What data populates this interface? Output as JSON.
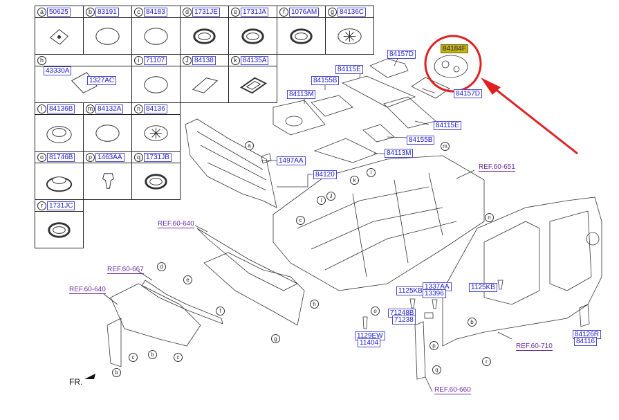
{
  "legend_cells": [
    {
      "letter": "a",
      "code": "50625",
      "icon": "small-grommet"
    },
    {
      "letter": "b",
      "code": "83191",
      "icon": "round-plug"
    },
    {
      "letter": "c",
      "code": "84183",
      "icon": "round-plug"
    },
    {
      "letter": "d",
      "code": "1731JE",
      "icon": "ring-plug"
    },
    {
      "letter": "e",
      "code": "1731JA",
      "icon": "ring-plug"
    },
    {
      "letter": "f",
      "code": "1076AM",
      "icon": "ring-plug"
    },
    {
      "letter": "g",
      "code": "84136C",
      "icon": "cap-plug"
    },
    {
      "letter": "h",
      "code": "",
      "icon": "bracket"
    },
    {
      "letter": "i",
      "code": "71107",
      "icon": "round-plug"
    },
    {
      "letter": "J",
      "code": "84138",
      "icon": "pad"
    },
    {
      "letter": "k",
      "code": "84135A",
      "icon": "square-grommet"
    },
    {
      "letter": "l",
      "code": "84136B",
      "icon": "gear-plug"
    },
    {
      "letter": "m",
      "code": "84132A",
      "icon": "round-plug"
    },
    {
      "letter": "n",
      "code": "84136",
      "icon": "cap-plug"
    },
    {
      "letter": "o",
      "code": "81746B",
      "icon": "stepped-plug"
    },
    {
      "letter": "p",
      "code": "1463AA",
      "icon": "clip"
    },
    {
      "letter": "q",
      "code": "1731JB",
      "icon": "ring-plug"
    },
    {
      "letter": "r",
      "code": "1731JC",
      "icon": "ring-plug"
    }
  ],
  "h_cell_labels": [
    "43330A",
    "1327AC"
  ],
  "part_labels": [
    {
      "id": "p84184f",
      "text": "84184F",
      "highlight": true
    },
    {
      "id": "p84157d_top",
      "text": "84157D",
      "highlight": false
    },
    {
      "id": "p84115e_top",
      "text": "84115E",
      "highlight": false
    },
    {
      "id": "p84155b_top",
      "text": "84155B",
      "highlight": false
    },
    {
      "id": "p84157d_right",
      "text": "84157D",
      "highlight": false
    },
    {
      "id": "p84113m_left",
      "text": "84113M",
      "highlight": false
    },
    {
      "id": "p84115e_mid",
      "text": "84115E",
      "highlight": false
    },
    {
      "id": "p84155b_mid",
      "text": "84155B",
      "highlight": false
    },
    {
      "id": "p84113m_mid",
      "text": "84113M",
      "highlight": false
    },
    {
      "id": "p1497aa",
      "text": "1497AA",
      "highlight": false
    },
    {
      "id": "p84120",
      "text": "84120",
      "highlight": false
    },
    {
      "id": "p1125kb_a",
      "text": "1125KB",
      "highlight": false
    },
    {
      "id": "p1337aa",
      "text": "1337AA",
      "highlight": false
    },
    {
      "id": "p13396",
      "text": "13396",
      "highlight": false
    },
    {
      "id": "p1125kb_b",
      "text": "1125KB",
      "highlight": false
    },
    {
      "id": "p71248b",
      "text": "71248B",
      "highlight": false
    },
    {
      "id": "p71238",
      "text": "71238",
      "highlight": false
    },
    {
      "id": "p1129ew",
      "text": "1129EW",
      "highlight": false
    },
    {
      "id": "p11404",
      "text": "11404",
      "highlight": false
    },
    {
      "id": "p84126r",
      "text": "84126R",
      "highlight": false
    },
    {
      "id": "p84116",
      "text": "84116",
      "highlight": false
    }
  ],
  "ref_labels": [
    {
      "id": "ref651",
      "text": "REF.60-651"
    },
    {
      "id": "ref640_top",
      "text": "REF.60-640"
    },
    {
      "id": "ref667",
      "text": "REF.60-667"
    },
    {
      "id": "ref640_left",
      "text": "REF.60-640"
    },
    {
      "id": "ref710",
      "text": "REF.60-710"
    },
    {
      "id": "ref660",
      "text": "REF.60-660"
    }
  ],
  "callouts": [
    "a",
    "m",
    "l",
    "k",
    "J",
    "i",
    "n",
    "c",
    "d",
    "e",
    "f",
    "h",
    "g",
    "o",
    "b",
    "c",
    "b",
    "c",
    "b",
    "p",
    "q",
    "r"
  ],
  "fr_label": "FR.",
  "colors": {
    "part_label": "#1a1acc",
    "ref_label": "#6a2aa0",
    "highlight": "#c8b400",
    "annotation_red": "#e02020"
  }
}
